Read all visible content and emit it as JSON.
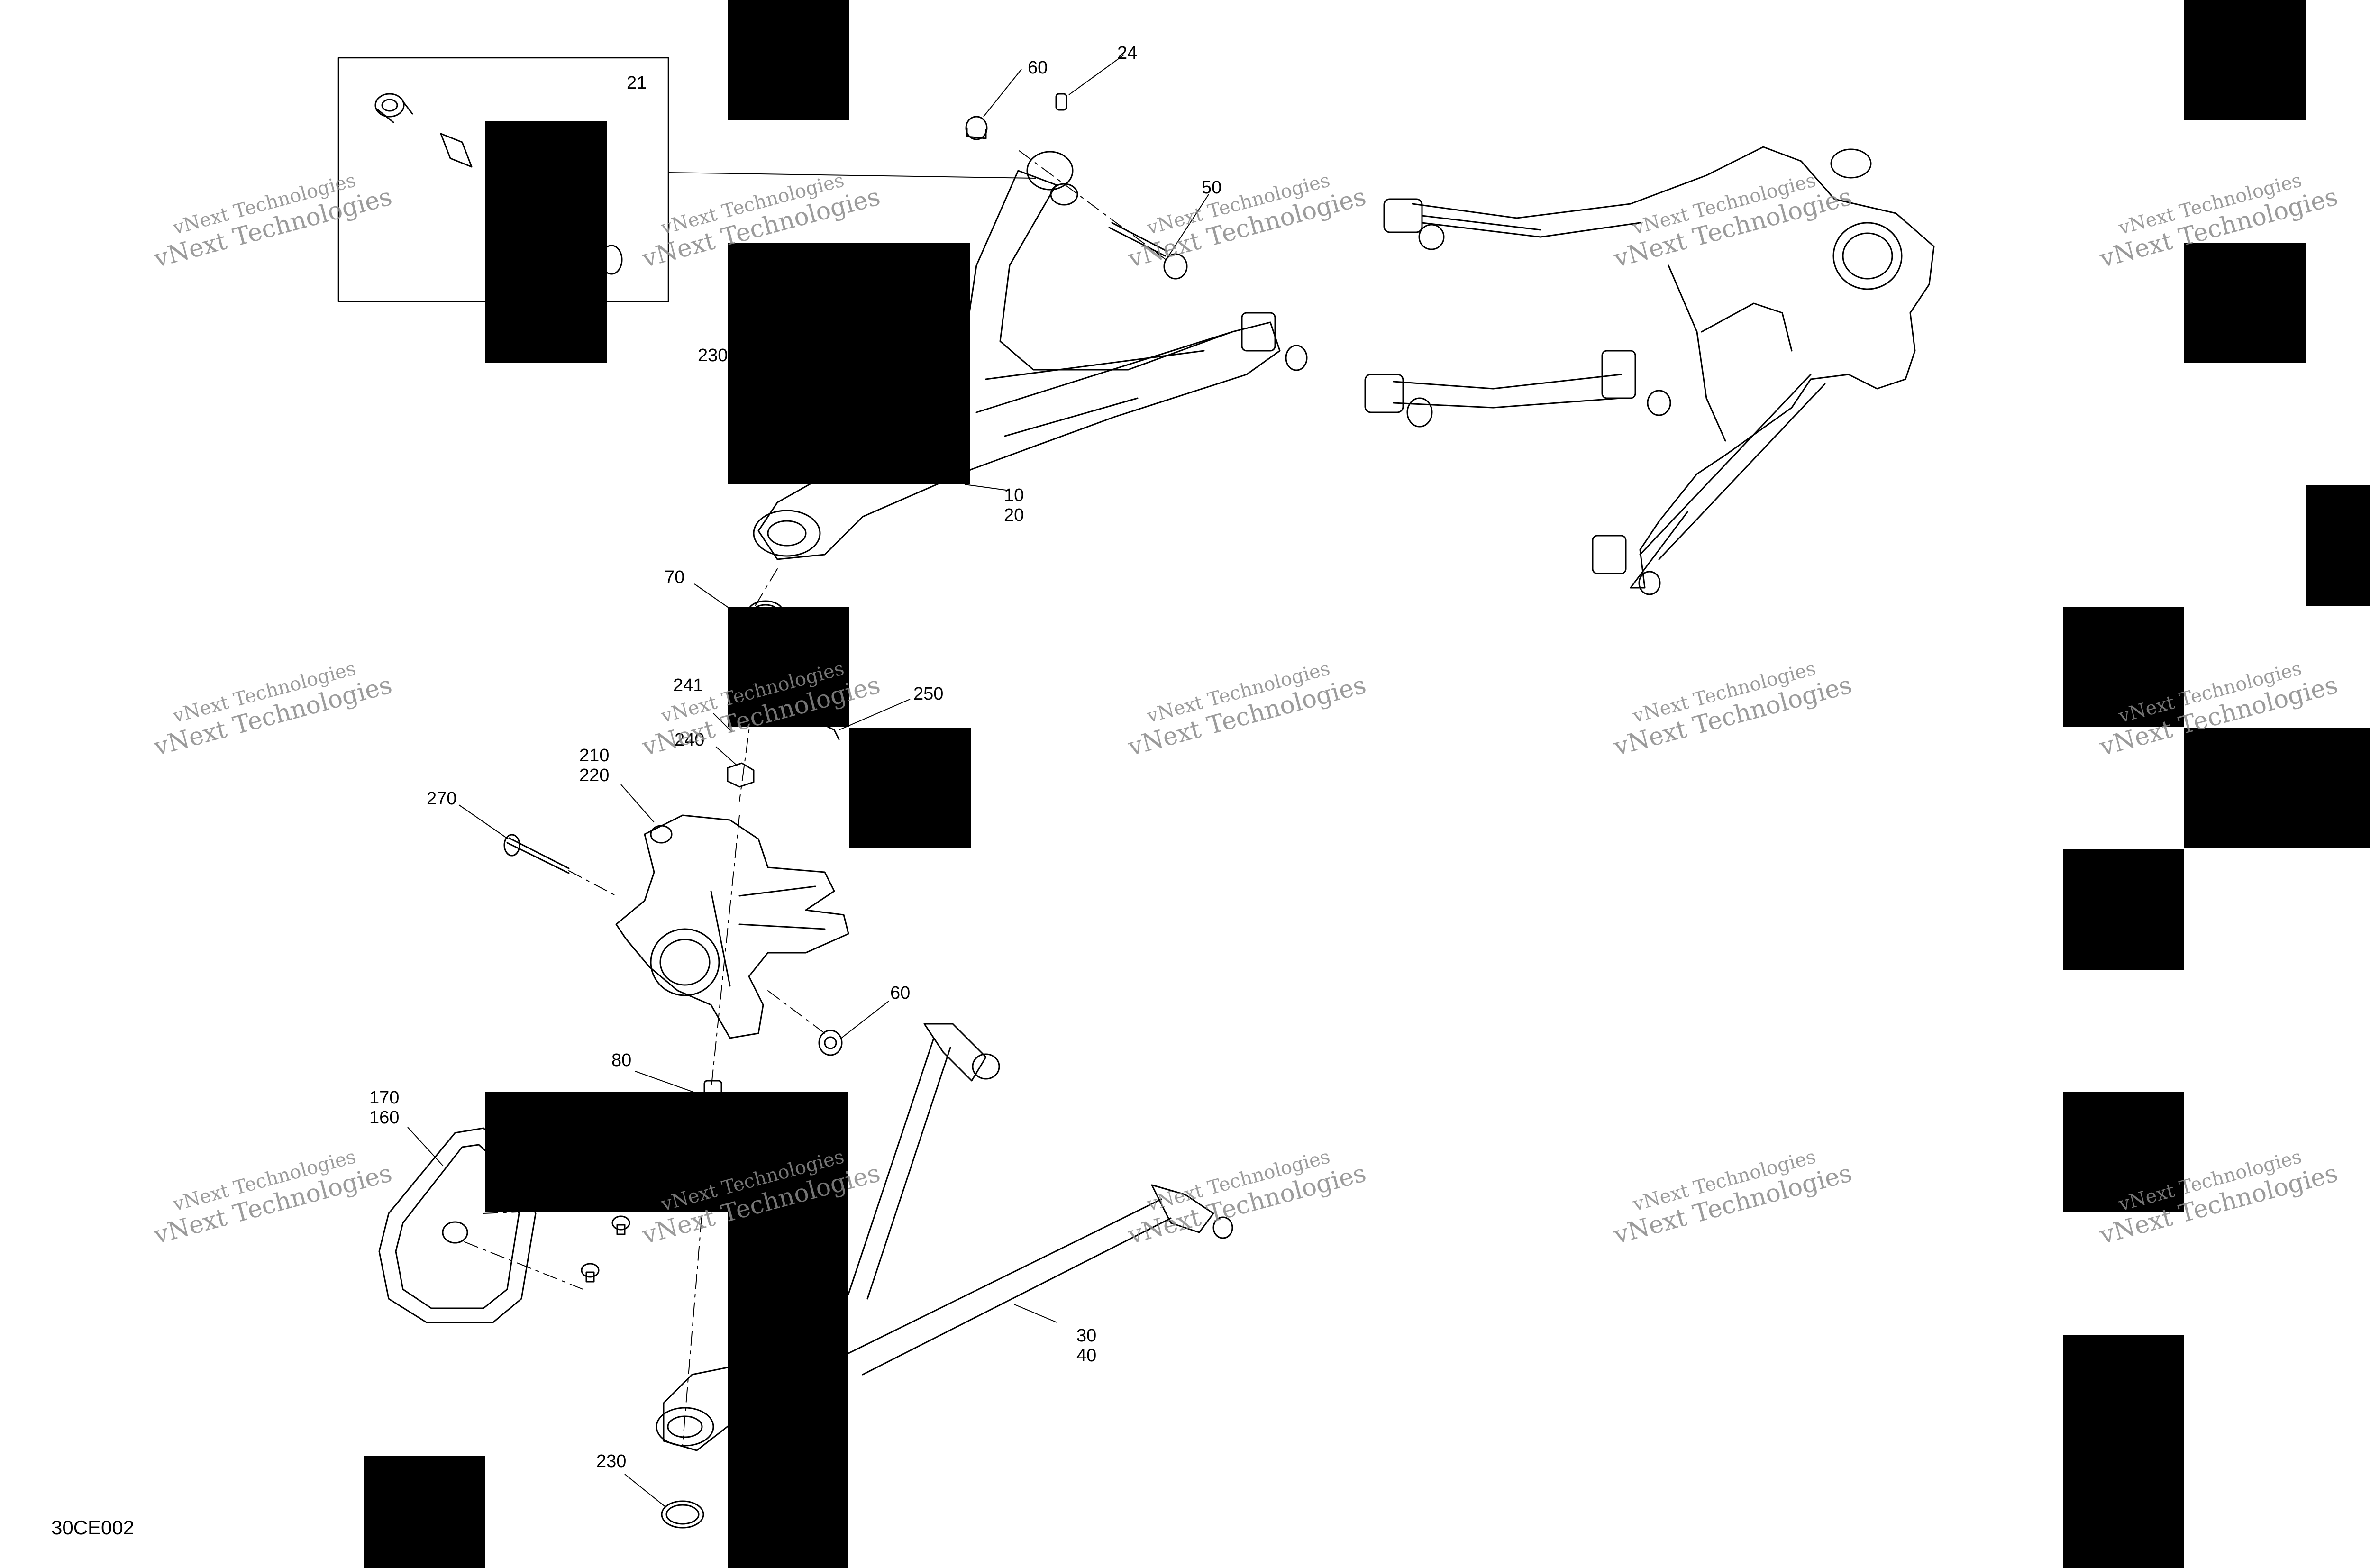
{
  "figure_code": "30CE002",
  "watermark": {
    "line1": "vNext Technologies",
    "line2": "vNext Technologies"
  },
  "callouts": [
    {
      "id": "c21",
      "text": "21"
    },
    {
      "id": "c60a",
      "text": "60"
    },
    {
      "id": "c24",
      "text": "24"
    },
    {
      "id": "c50",
      "text": "50"
    },
    {
      "id": "c230a",
      "text": "230"
    },
    {
      "id": "c10",
      "text": "10"
    },
    {
      "id": "c20",
      "text": "20"
    },
    {
      "id": "c70",
      "text": "70"
    },
    {
      "id": "c241",
      "text": "241"
    },
    {
      "id": "c250",
      "text": "250"
    },
    {
      "id": "c240",
      "text": "240"
    },
    {
      "id": "c210",
      "text": "210"
    },
    {
      "id": "c220",
      "text": "220"
    },
    {
      "id": "c270",
      "text": "270"
    },
    {
      "id": "c60b",
      "text": "60"
    },
    {
      "id": "c80",
      "text": "80"
    },
    {
      "id": "c170",
      "text": "170"
    },
    {
      "id": "c160",
      "text": "160"
    },
    {
      "id": "c30",
      "text": "30"
    },
    {
      "id": "c40",
      "text": "40"
    },
    {
      "id": "c230b",
      "text": "230"
    }
  ]
}
